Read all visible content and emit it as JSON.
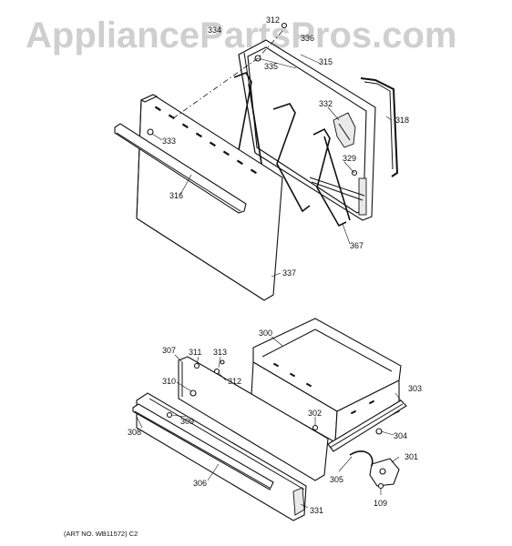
{
  "watermark": "AppliancePartsPros.com",
  "art_number": "(ART NO. WB11572) C2",
  "callouts": {
    "p312_top": "312",
    "p334": "334",
    "p336": "336",
    "p335": "335",
    "p315": "315",
    "p318": "318",
    "p332": "332",
    "p333": "333",
    "p329": "329",
    "p316": "316",
    "p367": "367",
    "p337": "337",
    "p300": "300",
    "p307": "307",
    "p311": "311",
    "p313": "313",
    "p312_bottom": "312",
    "p310": "310",
    "p303": "303",
    "p309": "309",
    "p308": "308",
    "p302": "302",
    "p304": "304",
    "p301": "301",
    "p305": "305",
    "p306": "306",
    "p109": "109",
    "p331": "331"
  }
}
